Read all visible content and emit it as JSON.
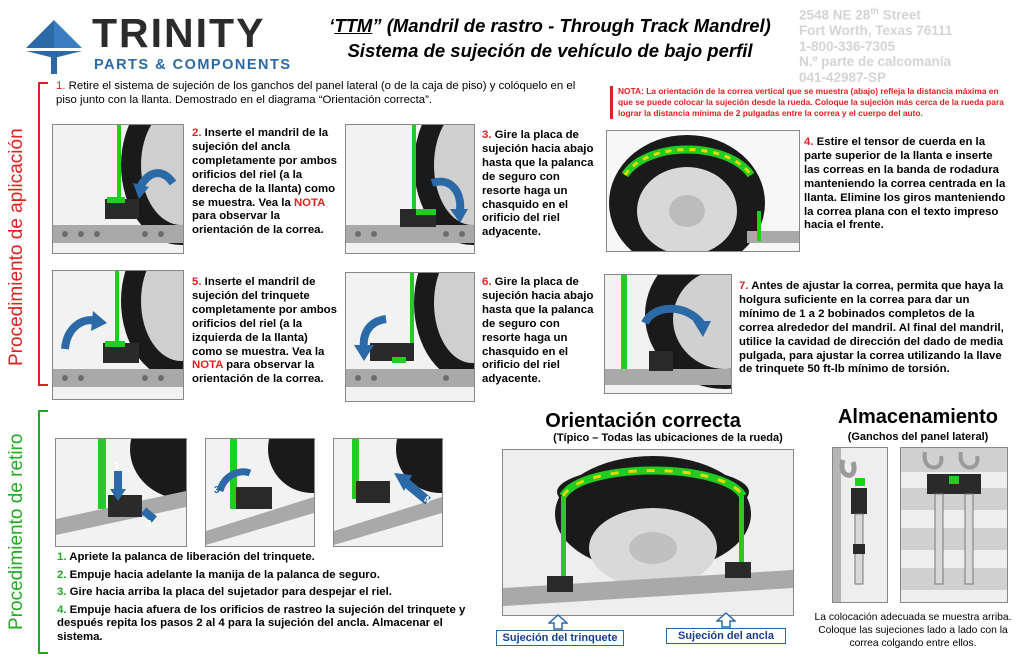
{
  "logo": {
    "name": "TRINITY",
    "subtitle": "PARTS & COMPONENTS"
  },
  "title": {
    "quote_open": "‘",
    "ttm": "TTM",
    "line1_rest": "” (Mandril de rastro - Through Track Mandrel)",
    "line2": "Sistema de sujeción de vehículo de bajo perfil"
  },
  "address": {
    "street": "2548 NE 28",
    "street_sup": "th",
    "street_rest": " Street",
    "city": "Fort Worth, Texas 76111",
    "phone": "1-800-336-7305",
    "decal_label": "N.º parte de calcomanía",
    "decal_number": "041-42987-SP"
  },
  "side_labels": {
    "application": "Procedimiento de aplicación",
    "removal": "Procedimiento de retiro"
  },
  "step1": {
    "num": "1.",
    "text": " Retire el sistema de sujeción de los ganchos del panel lateral (o de la caja de piso) y colóquelo en el piso junto con la llanta.  Demostrado en el diagrama “Orientación correcta”."
  },
  "note": {
    "text": "NOTA: La orientación de la correa vertical que se muestra (abajo) refleja la distancia máxima en que se puede colocar la sujeción desde la rueda. Coloque la sujeción más cerca de la rueda para lograr la distancia mínima de 2 pulgadas entre la correa y el cuerpo del auto."
  },
  "step2": {
    "num": "2.",
    "text_a": " Inserte el mandril de la sujeción del ancla completamente por ambos orificios del riel (a la derecha de la llanta) como se muestra. Vea la ",
    "nota": "NOTA",
    "text_b": " para observar la orientación de la correa."
  },
  "step3": {
    "num": "3.",
    "text": " Gire la placa de sujeción hacia abajo hasta que la palanca de seguro con resorte haga un chasquido en el orificio del riel adyacente."
  },
  "step4": {
    "num": "4.",
    "text": " Estire el tensor de cuerda en la parte superior de la llanta e inserte las correas en la banda de rodadura manteniendo la correa centrada en la llanta. Elimine los giros manteniendo la correa plana con el texto impreso hacia el frente."
  },
  "step5": {
    "num": "5.",
    "text_a": " Inserte el mandril de sujeción del trinquete completamente por ambos orificios del riel (a la izquierda de la llanta) como se muestra. Vea la ",
    "nota": "NOTA",
    "text_b": " para observar la orientación de la correa."
  },
  "step6": {
    "num": "6.",
    "text": " Gire la placa de sujeción hacia abajo hasta que la palanca de seguro con resorte haga un chasquido en el orificio del riel adyacente."
  },
  "step7": {
    "num": "7.",
    "text": " Antes de ajustar la correa, permita que haya la holgura suficiente en la correa para dar un mínimo de 1 a 2 bobinados completos de la correa alrededor del mandril. Al final del mandril, utilice la cavidad de dirección del dado de media pulgada, para ajustar la correa utilizando la llave de trinquete 50 ft-lb mínimo de torsión."
  },
  "orientation": {
    "title": "Orientación correcta",
    "subtitle": "(Típico – Todas las ubicaciones de la rueda)",
    "ratchet_label": "Sujeción del trinquete",
    "anchor_label": "Sujeción del ancla"
  },
  "storage": {
    "title": "Almacenamiento",
    "subtitle": "(Ganchos del panel lateral)",
    "caption": "La colocación adecuada se muestra arriba. Coloque las sujeciones lado a lado con la correa colgando entre ellos."
  },
  "removal_steps": [
    {
      "num": "1.",
      "text": " Apriete la palanca de liberación del trinquete."
    },
    {
      "num": "2.",
      "text": " Empuje hacia adelante la manija de la palanca de seguro."
    },
    {
      "num": "3.",
      "text": " Gire hacia arriba la placa del sujetador para despejar el riel."
    },
    {
      "num": "4.",
      "text": " Empuje hacia afuera de los orificios de rastreo la sujeción del trinquete y después repita los pasos 2 al 4 para la sujeción del ancla. Almacenar el sistema."
    }
  ],
  "removal_arrow_numbers": [
    "1",
    "2",
    "3",
    "4"
  ],
  "colors": {
    "brand_blue": "#2b6aa6",
    "accent_red": "#e02020",
    "strap_green": "#22cc22"
  }
}
